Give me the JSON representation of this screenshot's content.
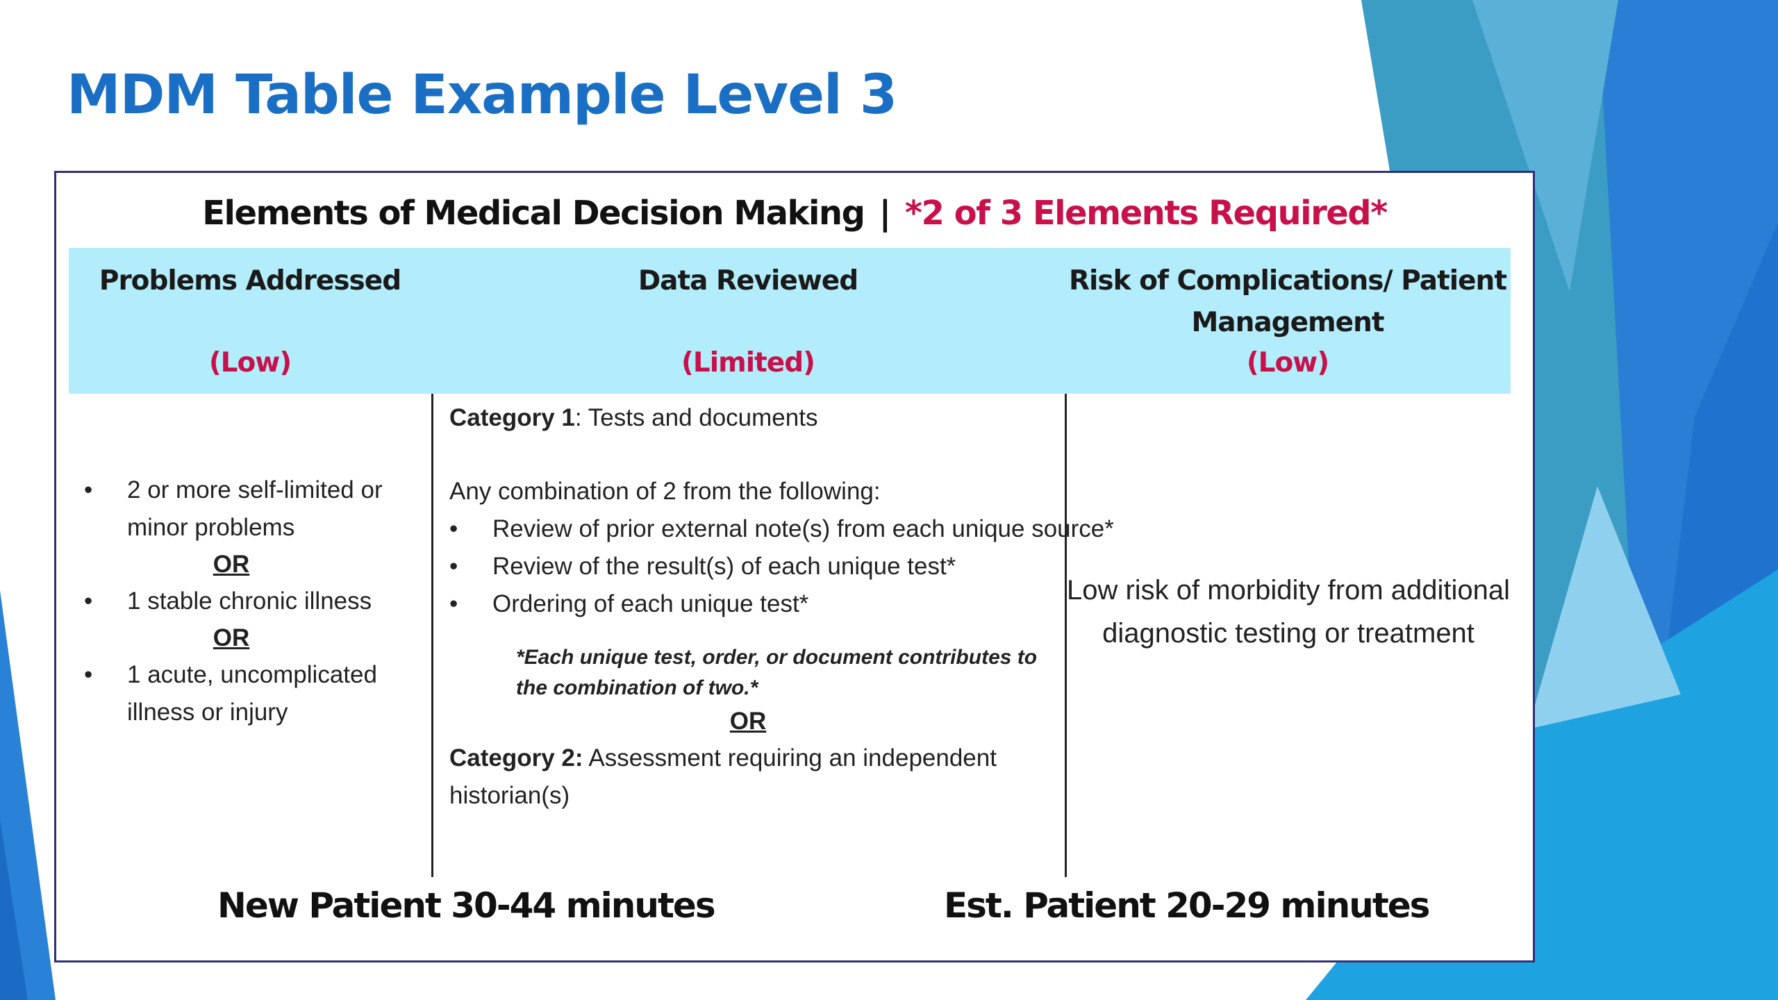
{
  "slide": {
    "title": "MDM Table Example Level 3"
  },
  "table": {
    "heading": "Elements of Medical Decision Making",
    "separator": "|",
    "requirement": "*2 of 3 Elements Required*",
    "columns": [
      {
        "name": "Problems Addressed",
        "level": "(Low)"
      },
      {
        "name": "Data Reviewed",
        "level": "(Limited)"
      },
      {
        "name": "Risk of Complications/ Patient Management",
        "level": "(Low)"
      }
    ],
    "problems": {
      "item1": "2 or more self-limited  or minor problems",
      "or1": "OR",
      "item2": "1 stable chronic illness",
      "or2": "OR",
      "item3": "1 acute, uncomplicated illness or injury"
    },
    "data": {
      "category1_label": "Category 1",
      "category1_text": ": Tests and documents",
      "combination_intro": "Any combination of 2 from the following:",
      "bullets": [
        "Review of prior external note(s) from each unique source*",
        "Review of the result(s) of each unique test*",
        "Ordering of each unique test*"
      ],
      "note": "*Each unique test, order, or document contributes to the combination of two.*",
      "or": "OR",
      "category2_label": "Category 2:",
      "category2_text": " Assessment requiring an independent historian(s)"
    },
    "risk": {
      "text": "Low risk of morbidity from additional diagnostic testing or treatment"
    }
  },
  "footer": {
    "new_patient": "New Patient 30-44 minutes",
    "est_patient": "Est. Patient 20-29 minutes"
  },
  "colors": {
    "title_blue": "#1a6fc4",
    "header_band": "#b3ecfb",
    "accent_red": "#c8104a",
    "border": "#30307a"
  }
}
